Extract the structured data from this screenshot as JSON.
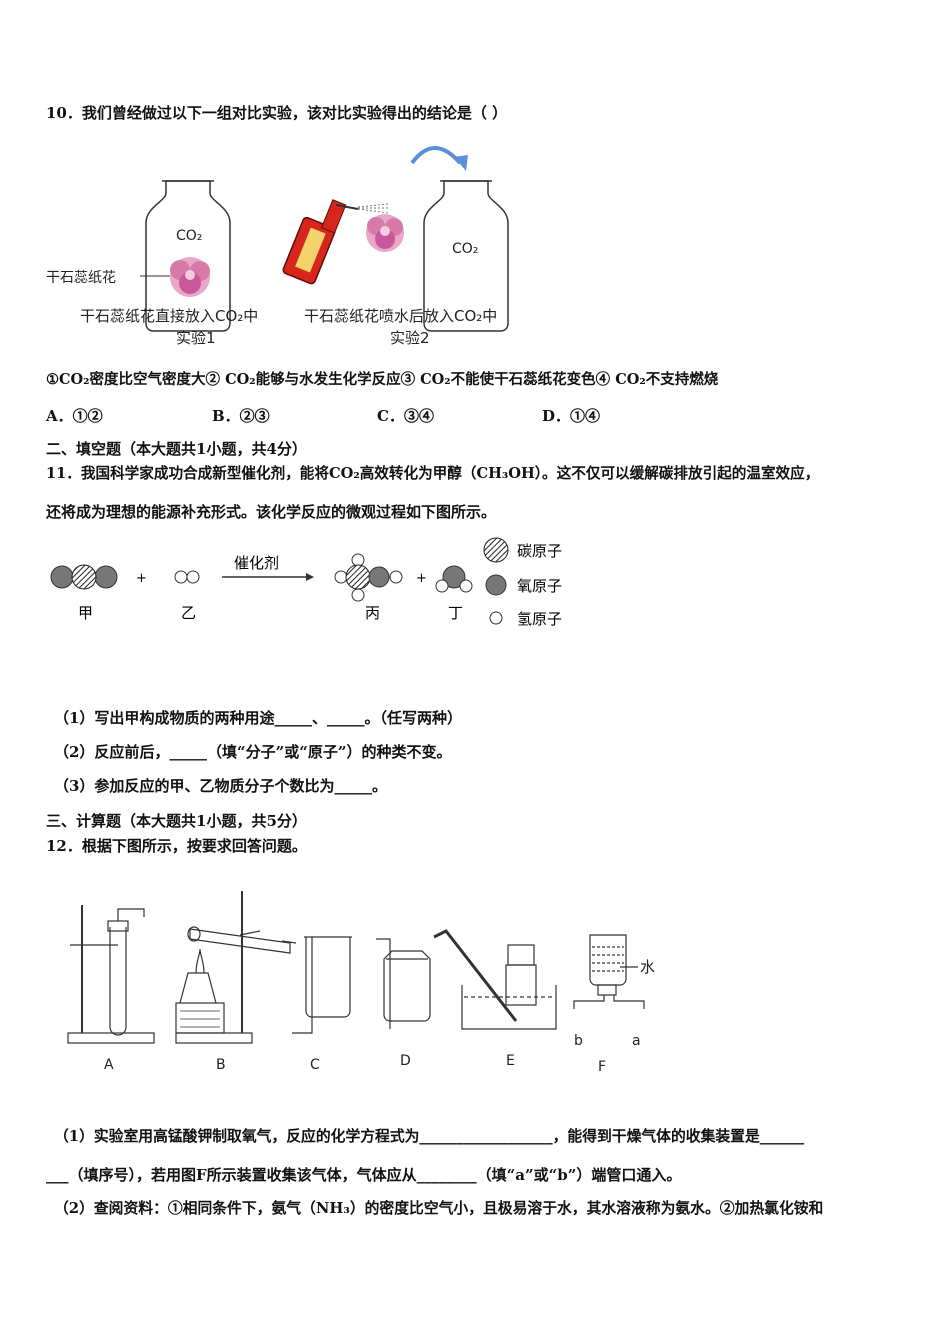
{
  "q10": {
    "stem": "10．我们曾经做过以下一组对比实验，该对比实验得出的结论是（ ）",
    "fig": {
      "bottle_label": "CO₂",
      "side_label": "干石蕊纸花",
      "caption1": "干石蕊纸花直接放入CO₂中",
      "exp1": "实验1",
      "caption2": "干石蕊纸花喷水后放入CO₂中",
      "exp2": "实验2"
    },
    "statements": "①CO₂密度比空气密度大② CO₂能够与水发生化学反应③ CO₂不能使干石蕊纸花变色④ CO₂不支持燃烧",
    "options": {
      "A": "A．①②",
      "B": "B．②③",
      "C": "C．③④",
      "D": "D．①④"
    }
  },
  "section2": "二、填空题（本大题共1小题，共4分）",
  "q11": {
    "stem_line1": "11．我国科学家成功合成新型催化剂，能将CO₂高效转化为甲醇（CH₃OH）。这不仅可以缓解碳排放引起的温室效应，",
    "stem_line2": "还将成为理想的能源补充形式。该化学反应的微观过程如下图所示。",
    "fig": {
      "plus": "+",
      "catalyst": "催化剂",
      "jia": "甲",
      "yi": "乙",
      "bing": "丙",
      "ding": "丁",
      "legend_c": "碳原子",
      "legend_o": "氧原子",
      "legend_h": "氢原子"
    },
    "sub1": "（1）写出甲构成物质的两种用途_____、_____。（任写两种）",
    "sub2": "（2）反应前后，_____（填“分子”或“原子”）的种类不变。",
    "sub3": "（3）参加反应的甲、乙物质分子个数比为_____。"
  },
  "section3": "三、计算题（本大题共1小题，共5分）",
  "q12": {
    "stem": "12．根据下图所示，按要求回答问题。",
    "fig": {
      "A": "A",
      "B": "B",
      "C": "C",
      "D": "D",
      "E": "E",
      "F": "F",
      "water": "水",
      "b": "b",
      "a": "a"
    },
    "sub1_line1": "（1）实验室用高锰酸钾制取氧气，反应的化学方程式为__________________，能得到干燥气体的收集装置是______",
    "sub1_line2": "___（填序号），若用图F所示装置收集该气体，气体应从________（填“a”或“b”）端管口通入。",
    "sub2": "（2）查阅资料：①相同条件下，氨气（NH₃）的密度比空气小，且极易溶于水，其水溶液称为氨水。②加热氯化铵和"
  }
}
